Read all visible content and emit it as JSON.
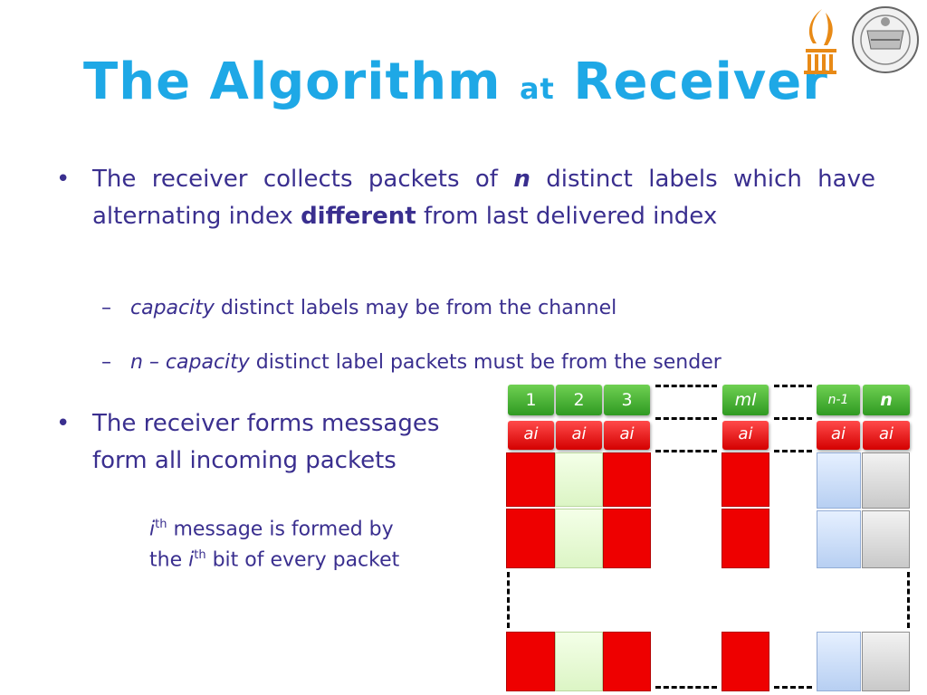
{
  "title": {
    "part1": "The Algorithm",
    "part2": "at",
    "part3": "Receiver"
  },
  "bullets": {
    "first": {
      "t1": "The receiver collects packets of ",
      "n": "n",
      "t2": " distinct labels which have alternating index ",
      "different": "different",
      "t3": " from last delivered index"
    },
    "sub1": {
      "italic": "capacity",
      "rest": " distinct labels may be from the channel"
    },
    "sub2": {
      "italic": "n – capacity",
      "rest": " distinct label packets must be from the sender"
    },
    "second": {
      "text": "The receiver forms messages form all incoming packets"
    },
    "ith_line1": {
      "i": "i",
      "th": "th",
      "rest": " message is formed by"
    },
    "ith_line2": {
      "pre": "the ",
      "i": "i",
      "th": "th",
      "rest": " bit of every packet"
    }
  },
  "diagram": {
    "labels": [
      "1",
      "2",
      "3",
      "ml",
      "n-1",
      "n"
    ],
    "index": [
      "ai",
      "ai",
      "ai",
      "ai",
      "ai",
      "ai"
    ],
    "colors": {
      "red": "#ee0000",
      "green": "#dcf5c5",
      "blue": "#b7cff2",
      "gray": "#c9c9c9",
      "label_green": "#3fae2a"
    }
  },
  "bullet_char": "•",
  "dash_char": "–"
}
